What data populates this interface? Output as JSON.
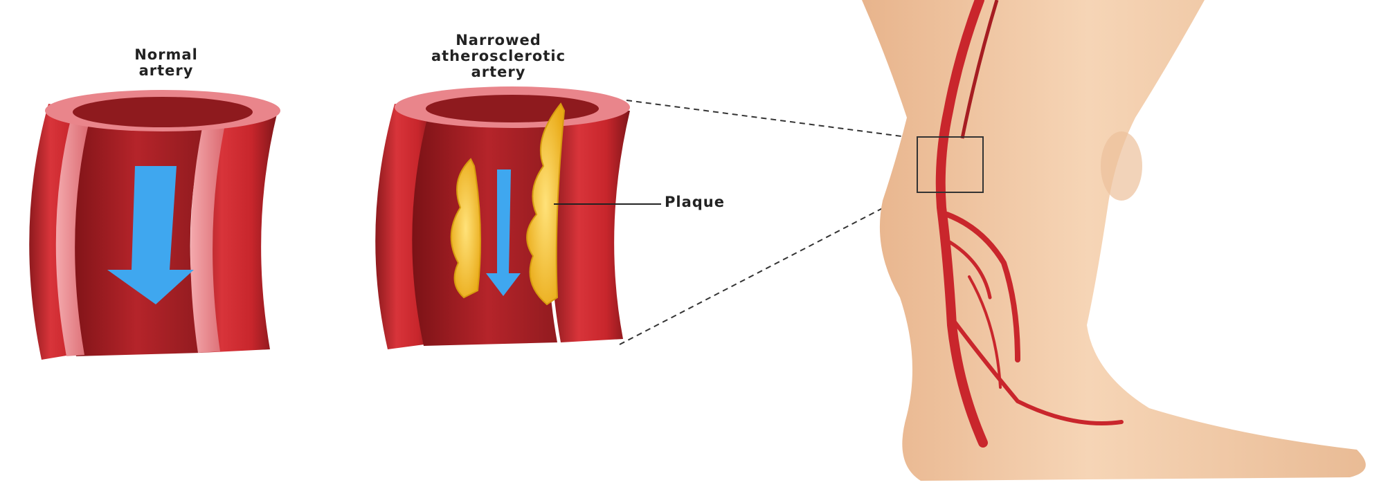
{
  "labels": {
    "normal_artery": [
      "Normal",
      "artery"
    ],
    "narrowed_artery": [
      "Narrowed",
      "atherosclerotic",
      "artery"
    ],
    "plaque": "Plaque"
  },
  "colors": {
    "artery_red": "#c8262c",
    "artery_dark": "#8e1a1e",
    "artery_wall": "#e98a8f",
    "inner_lumen": "#a81f25",
    "flow_arrow": "#3fa7ef",
    "plaque_yellow": "#f6c436",
    "skin": "#f2c9a3",
    "vessel": "#c9262c"
  },
  "icons": [
    "normal-artery-illustration",
    "narrowed-artery-illustration",
    "leg-illustration",
    "flow-arrow-icon",
    "zoom-box"
  ]
}
